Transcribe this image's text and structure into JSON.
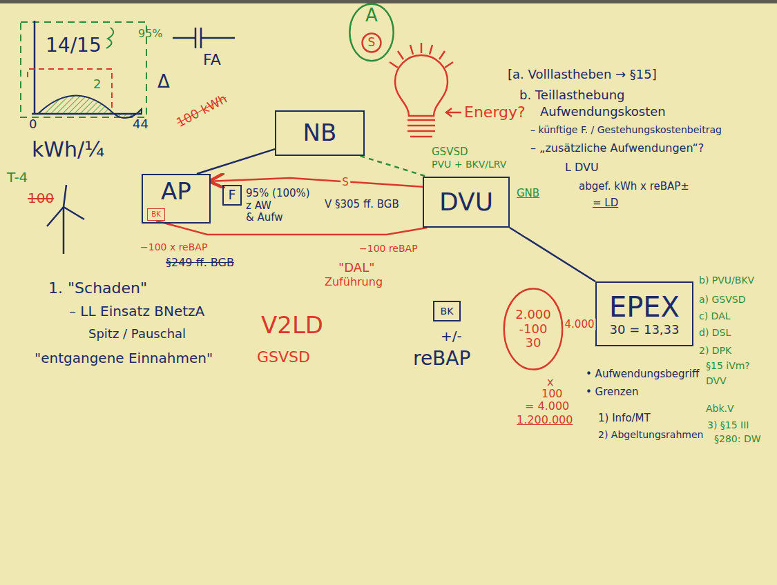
{
  "diagram": {
    "nodes": [
      {
        "text": [
          "A"
        ]
      },
      {
        "text": [
          "S"
        ],
        "in": 0
      },
      {
        "text": [
          "NB"
        ]
      },
      {
        "text": [
          "AP"
        ]
      },
      {
        "text": [
          "BK"
        ],
        "in": 3
      },
      {
        "text": [
          "F"
        ]
      },
      {
        "text": [
          "DVU"
        ]
      },
      {
        "text": [
          "BK"
        ]
      },
      {
        "text": [
          "2.000",
          "-100",
          "30"
        ]
      },
      {
        "text": [
          "EPEX",
          "30 = 13,33"
        ]
      }
    ],
    "edges": [
      {
        "from": 3,
        "to": 2,
        "arrow": "none"
      },
      {
        "from": 2,
        "to": 6,
        "arrow": "none"
      },
      {
        "from": 6,
        "to": 3,
        "label": "S",
        "arrow": "to"
      },
      {
        "from": 4,
        "to": 6,
        "arrow": "none"
      },
      {
        "from": 6,
        "to": 9,
        "arrow": "none"
      },
      {
        "from": 8,
        "to": 9,
        "label": "4.000",
        "arrow": "none"
      }
    ],
    "labels": [
      "95%",
      "14/15",
      "2",
      "0",
      "44",
      "Δ",
      "kWh/¼",
      "T-4",
      "FA",
      "100",
      "100 kWh",
      "Energy?",
      "GSVSD",
      "PVU + BKV/LRV",
      "GNB",
      "95% (100%)",
      "z AW",
      "& Aufw",
      "V §305 ff. BGB",
      "−100 x reBAP",
      "§249 ff. BGB",
      "−100 reBAP",
      "\"DAL\"",
      "Zuführung",
      "+/-",
      "reBAP",
      "x",
      "100",
      "= 4.000",
      "1.200.000",
      "1. \"Schaden\"",
      "– LL Einsatz BNetzA",
      "Spitz / Pauschal",
      "\"entgangene Einnahmen\"",
      "V2LD",
      "GSVSD",
      "[a. Volllastheben → §15]",
      "b. Teillasthebung",
      "Aufwendungskosten",
      "– künftige F. / Gestehungskostenbeitrag",
      "– „zusätzliche Aufwendungen“?",
      "L DVU",
      "abgef. kWh x reBAP±",
      "= LD",
      "b) PVU/BKV",
      "a) GSVSD",
      "c) DAL",
      "d) DSL",
      "2) DPK",
      "§15 iVm?",
      "DVV",
      "Abk.V",
      "3) §15 III",
      "§280: DW",
      "• Aufwendungsbegriff",
      "• Grenzen",
      "1) Info/MT",
      "2) Abgeltungsrahmen"
    ]
  }
}
